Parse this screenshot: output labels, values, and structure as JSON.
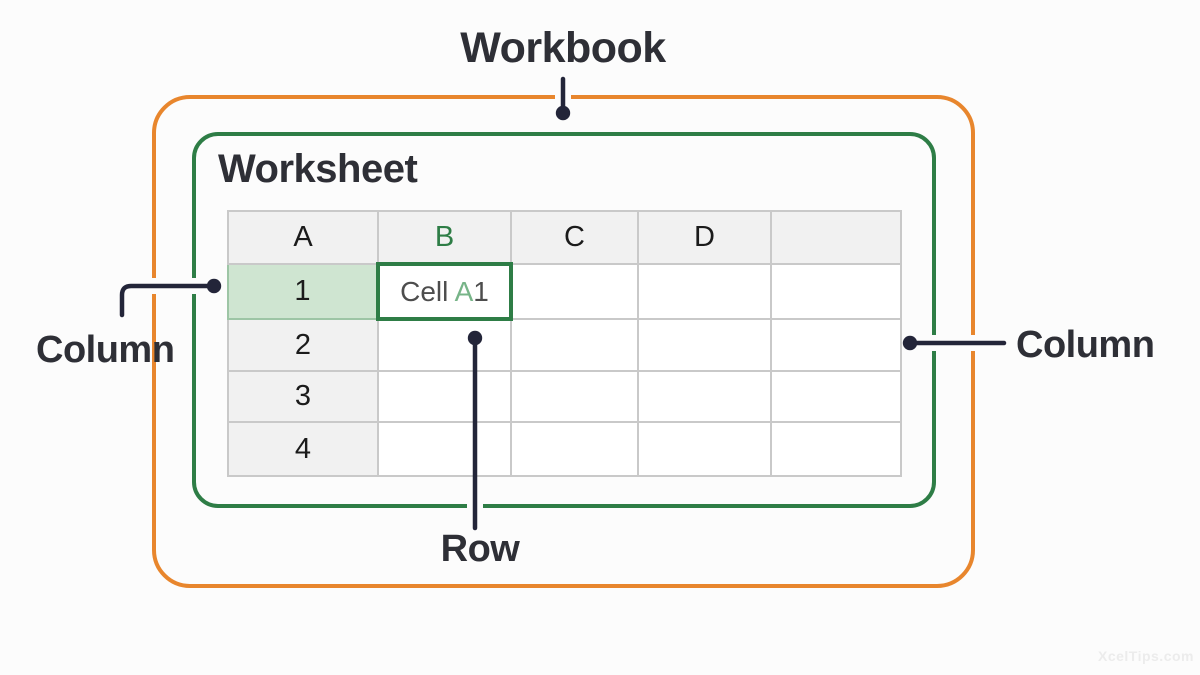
{
  "titles": {
    "workbook": "Workbook",
    "worksheet": "Worksheet"
  },
  "annotations": {
    "column_left": "Column",
    "column_right": "Column",
    "row": "Row"
  },
  "spreadsheet": {
    "column_headers": [
      "A",
      "B",
      "C",
      "D",
      ""
    ],
    "row_headers": [
      "1",
      "2",
      "3",
      "4"
    ],
    "selected_column_header": "B",
    "selected_row_header": "1",
    "selected_cell": {
      "prefix": "Cell ",
      "col_ref": "A",
      "row_ref": "1"
    }
  },
  "watermark": "XcelTips.com",
  "colors": {
    "workbook_border": "#e8862d",
    "worksheet_border": "#2e7d46",
    "connector": "#232539",
    "header_background": "#f1f1f1",
    "selected_row_header_background": "#cfe5d1",
    "selected_cell_border": "#2e7d46",
    "selected_column_text": "#2e7d46",
    "cell_ref_green": "#77b488",
    "grid_line": "#c9c9c9",
    "title_text": "#2e2f36",
    "page_background": "#fcfcfc"
  }
}
